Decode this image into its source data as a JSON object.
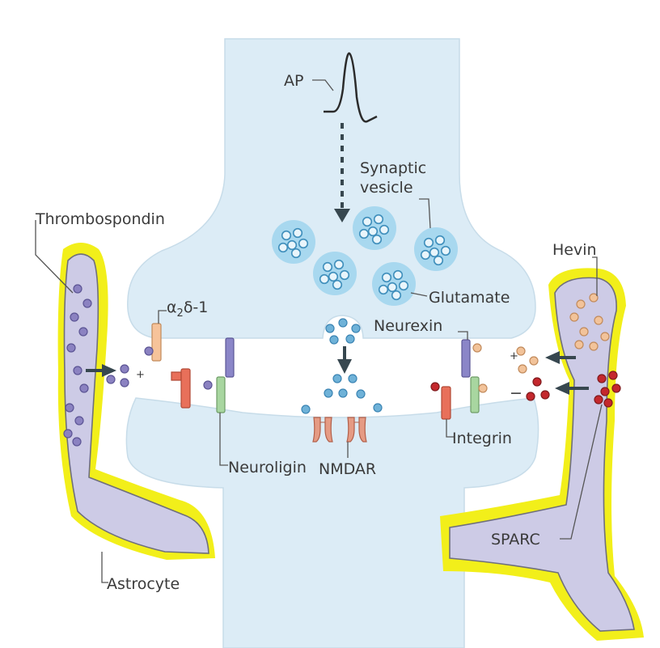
{
  "labels": {
    "ap": "AP",
    "synaptic_vesicle_line1": "Synaptic",
    "synaptic_vesicle_line2": "vesicle",
    "thrombospondin": "Thrombospondin",
    "alpha2delta1_prefix": "α",
    "alpha2delta1_sub": "2",
    "alpha2delta1_suffix": "δ-1",
    "glutamate": "Glutamate",
    "neurexin": "Neurexin",
    "hevin": "Hevin",
    "plus_left": "+",
    "plus_right": "+",
    "minus_right": "−",
    "neuroligin": "Neuroligin",
    "nmdar": "NMDAR",
    "integrin": "Integrin",
    "sparc": "SPARC",
    "astrocyte": "Astrocyte"
  },
  "colors": {
    "neuron": "#dcecf6",
    "neuron_edge": "#c7dce9",
    "vesicle": "#a8d8ef",
    "glutamate": "#6fb2d8",
    "astrocyte": "#cdcbe6",
    "astrocyte_edge": "#6f6f7c",
    "highlight": "#f2ef1a",
    "thrombospondin_dot": "#8b82c1",
    "hevin_dot": "#f2c39a",
    "sparc_dot": "#c4282d",
    "neurexin": "#8b86c8",
    "neuroligin": "#a8d6a0",
    "alpha2delta1": "#f6c39a",
    "receptor_red": "#e8705a",
    "nmdar": "#e59b84",
    "arrow": "#37474f"
  },
  "icons": [
    "action-potential-trace",
    "dashed-down-arrow",
    "release-arrow",
    "astrocyte-arrow"
  ]
}
